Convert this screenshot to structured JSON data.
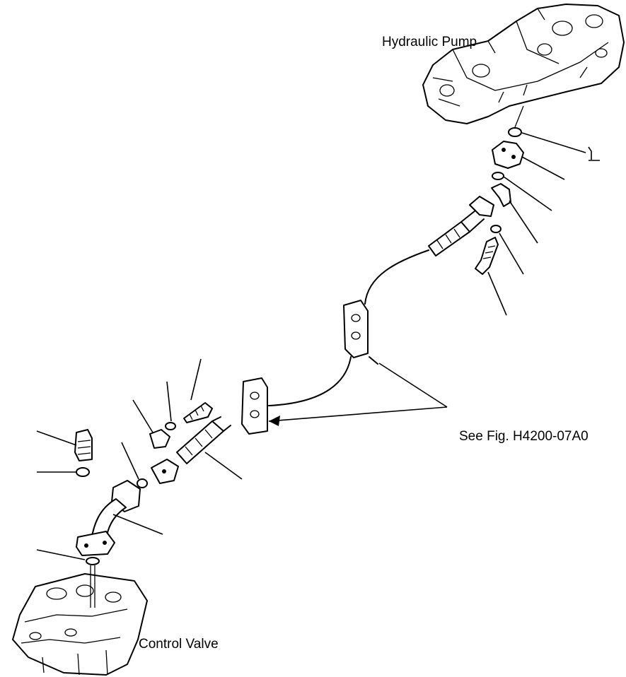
{
  "labels": {
    "hydraulic_pump": "Hydraulic Pump",
    "control_valve": "Control Valve",
    "see_figure": "See Fig. H4200-07A0"
  }
}
